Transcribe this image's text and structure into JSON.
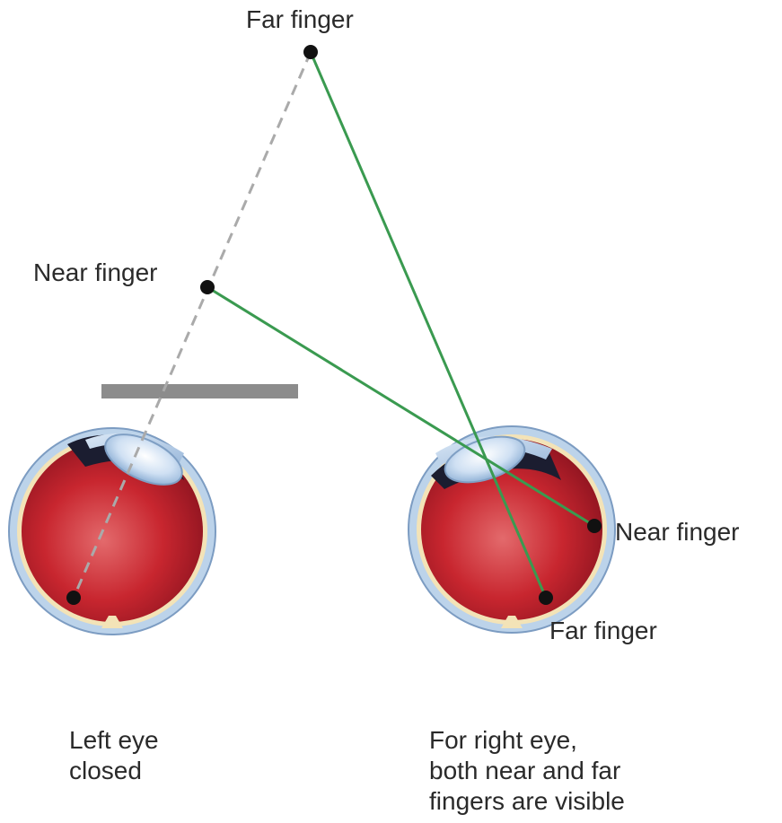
{
  "labels": {
    "far_finger_top": "Far finger",
    "near_finger_left": "Near finger",
    "near_finger_right": "Near finger",
    "far_finger_right": "Far finger"
  },
  "captions": {
    "left": [
      "Left eye",
      "closed"
    ],
    "right": [
      "For right eye,",
      "both near and far",
      "fingers are visible"
    ]
  },
  "colors": {
    "sight_line": "#3a9a50",
    "dashed_line": "#aaaaaa",
    "occluder": "#8c8c8c",
    "eyeball": "#c0212e",
    "sclera": "#bcd3ea",
    "dot": "#111111"
  }
}
